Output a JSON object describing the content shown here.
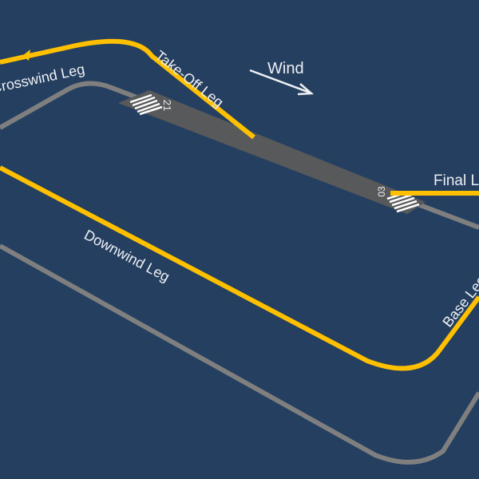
{
  "colors": {
    "background": "#253f60",
    "runway": "#58595b",
    "pattern": "#ffc000",
    "ground_track": "#7f7f7f",
    "marking": "#ffffff"
  },
  "labels": {
    "crosswind": "Crosswind Leg",
    "takeoff": "Take-Off Leg",
    "wind": "Wind",
    "final": "Final Leg",
    "downwind": "Downwind Leg",
    "base": "Base Leg"
  },
  "runway": {
    "end_a": "21",
    "end_b": "03"
  }
}
